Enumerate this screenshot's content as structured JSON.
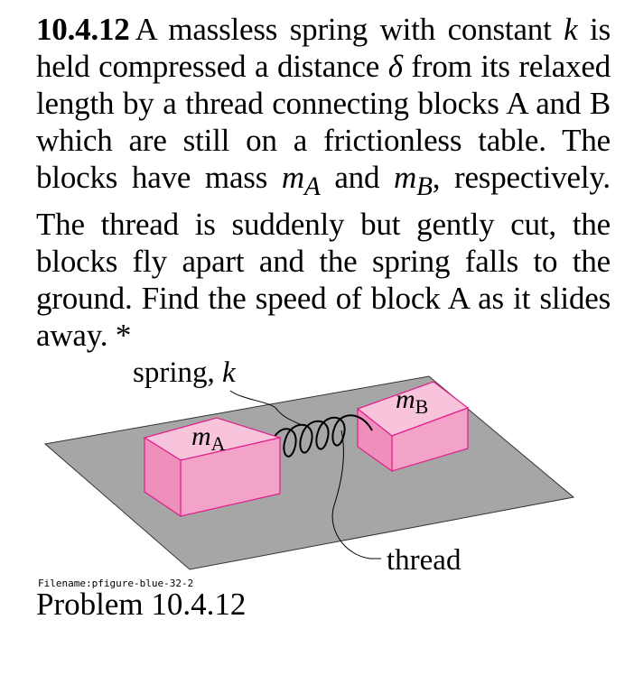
{
  "problem": {
    "number": "10.4.12",
    "text_line1": "A massless spring with constant ",
    "k": "k",
    "text_line2": " is held compressed a distance ",
    "delta": "δ",
    "text_line3": " from its relaxed length by a thread connecting blocks A and B which are still on a frictionless table. The blocks have mass ",
    "mA_m": "m",
    "mA_sub": "A",
    "and": " and ",
    "mB_m": "m",
    "mB_sub": "B",
    "text_line4": ", respectively. The thread is suddenly but gently cut, the blocks fly apart and the spring falls to the ground. Find the speed of block A as it slides away.",
    "star": " *"
  },
  "figure": {
    "spring_label": "spring, ",
    "spring_k": "k",
    "block_a_m": "m",
    "block_a_sub": "A",
    "block_b_m": "m",
    "block_b_sub": "B",
    "thread_label": "thread",
    "colors": {
      "table": "#a6a6a6",
      "block_front": "#f4a3c8",
      "block_top": "#f8c4dc",
      "block_side": "#ef8fbc",
      "block_edge": "#e0208a"
    }
  },
  "filename": "Filename:pfigure-blue-32-2",
  "caption": "Problem 10.4.12"
}
